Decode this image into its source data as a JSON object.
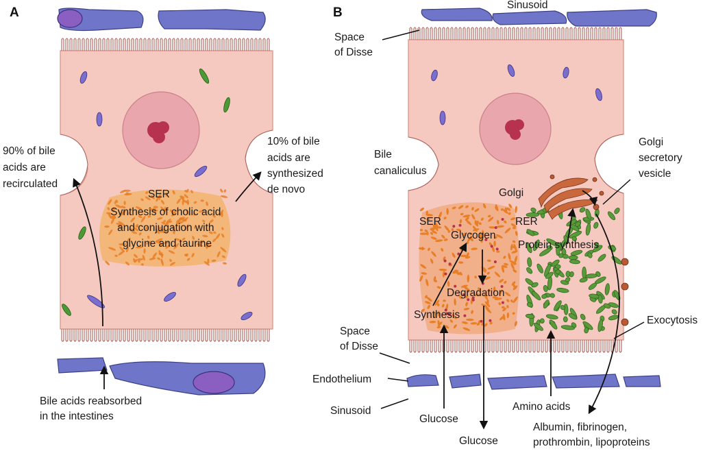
{
  "panels": {
    "a": {
      "letter": "A",
      "recirculated": [
        "90% of bile",
        "acids are",
        "recirculated"
      ],
      "de_novo": [
        "10% of bile",
        "acids are",
        "synthesized",
        "de novo"
      ],
      "ser_title": "SER",
      "ser_desc": [
        "Synthesis of cholic acid",
        "and conjugation with",
        "glycine and taurine"
      ],
      "reabsorbed": [
        "Bile acids reabsorbed",
        "in the intestines"
      ]
    },
    "b": {
      "letter": "B",
      "sinusoid_top": "Sinusoid",
      "space_of_disse_top": [
        "Space",
        "of Disse"
      ],
      "bile_canaliculus": [
        "Bile",
        "canaliculus"
      ],
      "golgi_vesicle": [
        "Golgi",
        "secretory",
        "vesicle"
      ],
      "golgi": "Golgi",
      "ser": "SER",
      "rer": "RER",
      "glycogen": "Glycogen",
      "protein_synthesis": "Protein synthesis",
      "degradation": "Degradation",
      "synthesis": "Synthesis",
      "space_of_disse_bottom": [
        "Space",
        "of Disse"
      ],
      "exocytosis": "Exocytosis",
      "endothelium": "Endothelium",
      "sinusoid_bottom": "Sinusoid",
      "glucose_in": "Glucose",
      "glucose_out": "Glucose",
      "amino_acids": "Amino acids",
      "plasma_proteins": [
        "Albumin, fibrinogen,",
        "prothrombin, lipoproteins"
      ]
    }
  },
  "colors": {
    "cytoplasm": "#f6c9c0",
    "endothelium": "#6f76c9",
    "nucleus": "#e9a6ad",
    "ser": "#e87f26",
    "rer": "#5a9a3a",
    "golgi": "#c8683c"
  }
}
